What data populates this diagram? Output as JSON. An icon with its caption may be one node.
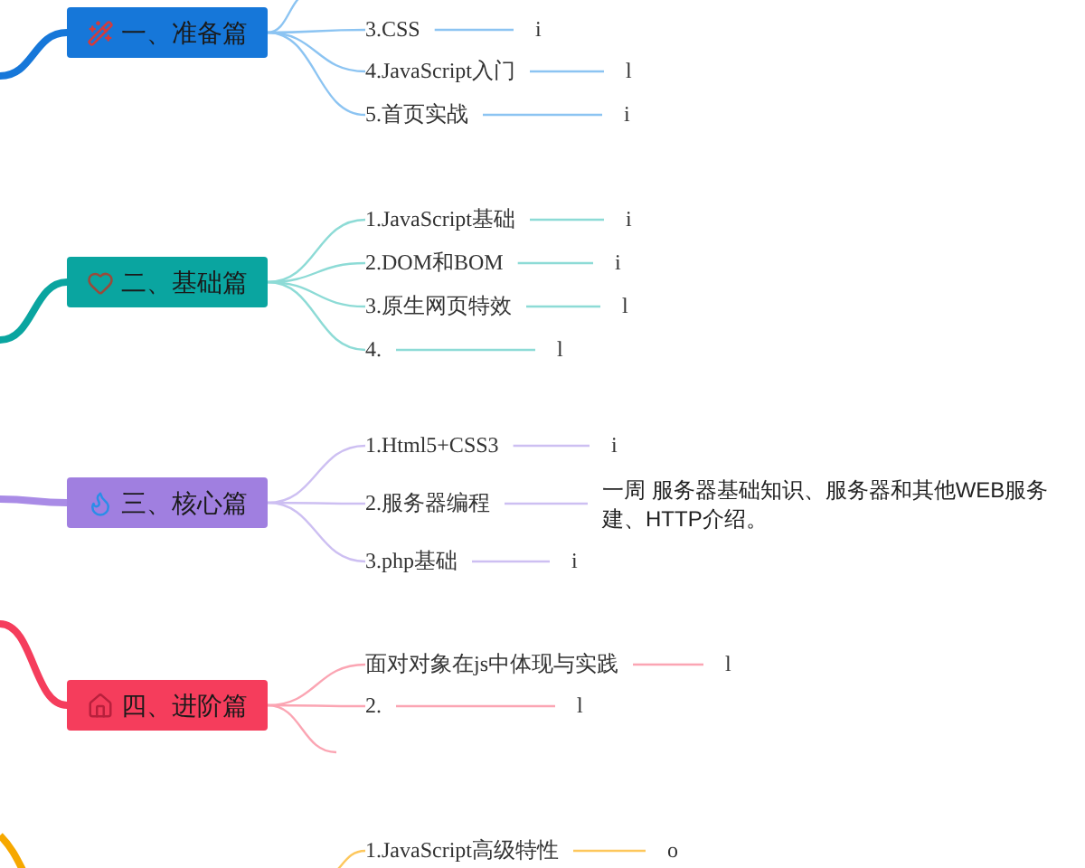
{
  "diagram": {
    "nodes": [
      {
        "text": [
          "一、准备篇"
        ]
      },
      {
        "text": [
          "3.CSS"
        ]
      },
      {
        "text": [
          "i"
        ]
      },
      {
        "text": [
          "4.JavaScript入门"
        ]
      },
      {
        "text": [
          "l"
        ]
      },
      {
        "text": [
          "5.首页实战"
        ]
      },
      {
        "text": [
          "i"
        ]
      },
      {
        "text": [
          "二、基础篇"
        ]
      },
      {
        "text": [
          "1.JavaScript基础"
        ]
      },
      {
        "text": [
          "i"
        ]
      },
      {
        "text": [
          "2.DOM和BOM"
        ]
      },
      {
        "text": [
          "i"
        ]
      },
      {
        "text": [
          "3.原生网页特效"
        ]
      },
      {
        "text": [
          "l"
        ]
      },
      {
        "text": [
          "4."
        ]
      },
      {
        "text": [
          "l"
        ]
      },
      {
        "text": [
          "三、核心篇"
        ]
      },
      {
        "text": [
          "1.Html5+CSS3"
        ]
      },
      {
        "text": [
          "i"
        ]
      },
      {
        "text": [
          "2.服务器编程"
        ]
      },
      {
        "text": [
          "一周 服务器基础知识、服务器和其他WEB服务建、HTTP介绍。"
        ]
      },
      {
        "text": [
          "3.php基础"
        ]
      },
      {
        "text": [
          "i"
        ]
      },
      {
        "text": [
          "四、进阶篇"
        ]
      },
      {
        "text": [
          "面对对象在js中体现与实践"
        ]
      },
      {
        "text": [
          "l"
        ]
      },
      {
        "text": [
          "2."
        ]
      },
      {
        "text": [
          "l"
        ]
      },
      {
        "text": [
          "1.JavaScript高级特性"
        ]
      },
      {
        "text": [
          "o"
        ]
      }
    ],
    "edges": [
      {
        "from": null,
        "to": 0,
        "arrow": "none",
        "style": "thick",
        "color": "#1677d9"
      },
      {
        "from": 0,
        "to": 1,
        "arrow": "none",
        "color": "#8cc4f2"
      },
      {
        "from": 1,
        "to": 2,
        "arrow": "none",
        "color": "#8cc4f2"
      },
      {
        "from": 0,
        "to": 3,
        "arrow": "none",
        "color": "#8cc4f2"
      },
      {
        "from": 3,
        "to": 4,
        "arrow": "none",
        "color": "#8cc4f2"
      },
      {
        "from": 0,
        "to": 5,
        "arrow": "none",
        "color": "#8cc4f2"
      },
      {
        "from": 5,
        "to": 6,
        "arrow": "none",
        "color": "#8cc4f2"
      },
      {
        "from": 0,
        "to": null,
        "arrow": "none",
        "color": "#8cc4f2"
      },
      {
        "from": null,
        "to": 7,
        "arrow": "none",
        "style": "thick",
        "color": "#0aa5a0"
      },
      {
        "from": 7,
        "to": 8,
        "arrow": "none",
        "color": "#8ddbd6"
      },
      {
        "from": 8,
        "to": 9,
        "arrow": "none",
        "color": "#8ddbd6"
      },
      {
        "from": 7,
        "to": 10,
        "arrow": "none",
        "color": "#8ddbd6"
      },
      {
        "from": 10,
        "to": 11,
        "arrow": "none",
        "color": "#8ddbd6"
      },
      {
        "from": 7,
        "to": 12,
        "arrow": "none",
        "color": "#8ddbd6"
      },
      {
        "from": 12,
        "to": 13,
        "arrow": "none",
        "color": "#8ddbd6"
      },
      {
        "from": 7,
        "to": 14,
        "arrow": "none",
        "color": "#8ddbd6"
      },
      {
        "from": 14,
        "to": 15,
        "arrow": "none",
        "color": "#8ddbd6"
      },
      {
        "from": null,
        "to": 16,
        "arrow": "none",
        "style": "thick",
        "color": "#a98be6"
      },
      {
        "from": 16,
        "to": 17,
        "arrow": "none",
        "color": "#cdbff2"
      },
      {
        "from": 17,
        "to": 18,
        "arrow": "none",
        "color": "#cdbff2"
      },
      {
        "from": 16,
        "to": 19,
        "arrow": "none",
        "color": "#cdbff2"
      },
      {
        "from": 19,
        "to": 20,
        "arrow": "none",
        "color": "#cdbff2"
      },
      {
        "from": 16,
        "to": 21,
        "arrow": "none",
        "color": "#cdbff2"
      },
      {
        "from": 21,
        "to": 22,
        "arrow": "none",
        "color": "#cdbff2"
      },
      {
        "from": null,
        "to": 23,
        "arrow": "none",
        "style": "thick",
        "color": "#f53d5c"
      },
      {
        "from": 23,
        "to": 24,
        "arrow": "none",
        "color": "#fba5b3"
      },
      {
        "from": 24,
        "to": 25,
        "arrow": "none",
        "color": "#fba5b3"
      },
      {
        "from": 23,
        "to": 26,
        "arrow": "none",
        "color": "#fba5b3"
      },
      {
        "from": 26,
        "to": 27,
        "arrow": "none",
        "color": "#fba5b3"
      },
      {
        "from": 23,
        "to": null,
        "arrow": "none",
        "color": "#fba5b3"
      },
      {
        "from": null,
        "to": 28,
        "arrow": "none",
        "color": "#fdc75c"
      },
      {
        "from": 28,
        "to": 29,
        "arrow": "none",
        "color": "#fdc75c"
      }
    ]
  }
}
